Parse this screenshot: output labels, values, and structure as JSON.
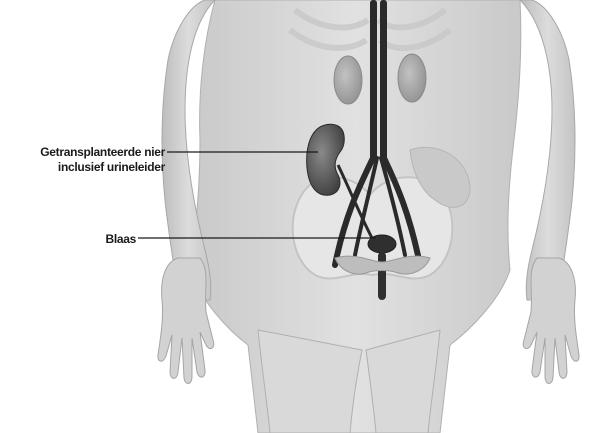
{
  "labels": {
    "transplanted_kidney_line1": "Getransplanteerde nier",
    "transplanted_kidney_line2": "inclusief urineleider",
    "bladder": "Blaas"
  },
  "colors": {
    "background": "#ffffff",
    "body_fill": "#d6d6d6",
    "body_shadow": "#b5b5b5",
    "bone": "#e9e9e9",
    "organ_dark": "#3d3d3d",
    "vessel": "#2a2a2a",
    "leader_line": "#1a1a1a",
    "label_text": "#1a1a1a"
  }
}
